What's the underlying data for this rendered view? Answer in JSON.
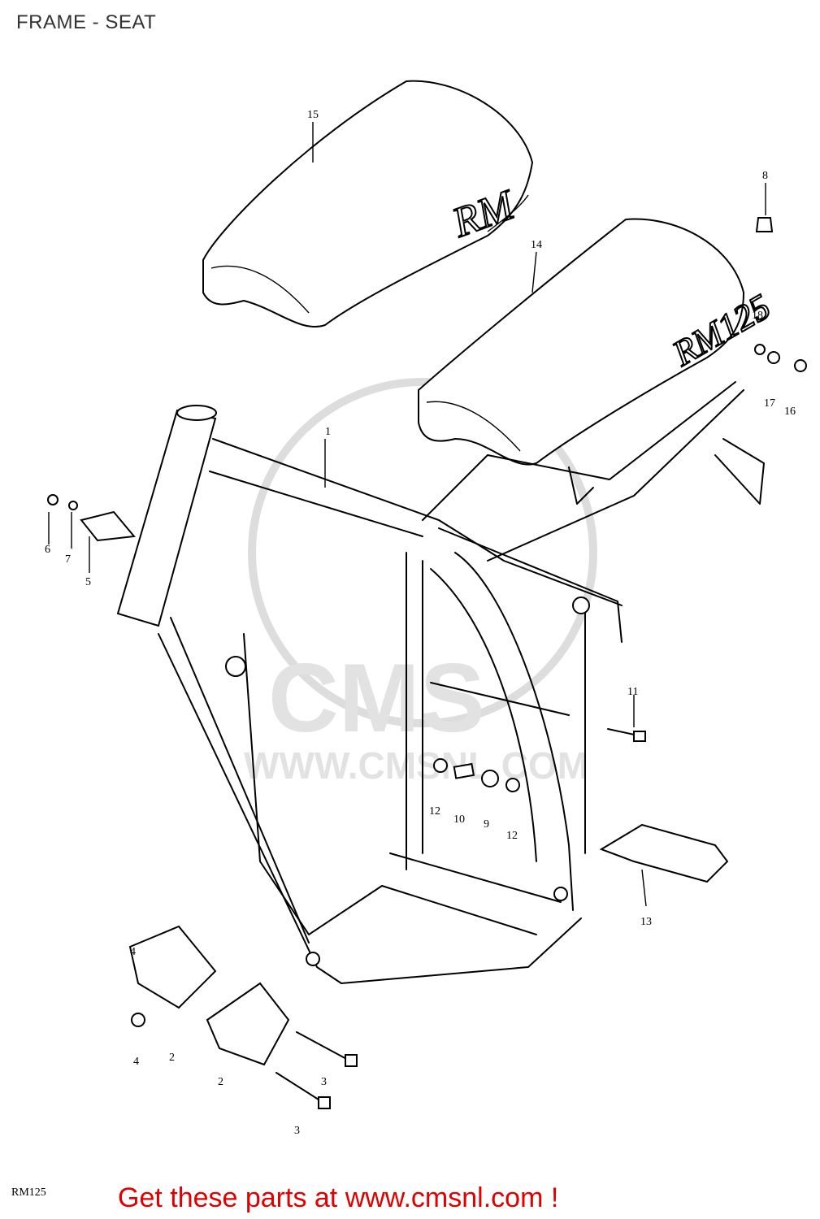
{
  "title": "FRAME - SEAT",
  "watermark": {
    "text": "CMS",
    "url": "WWW.CMSNL.COM"
  },
  "seat_text": {
    "rm": "RM",
    "rm125": "RM125"
  },
  "part_labels": [
    "1",
    "2",
    "2",
    "3",
    "3",
    "4",
    "4",
    "5",
    "6",
    "7",
    "8",
    "9",
    "10",
    "11",
    "12",
    "12",
    "13",
    "14",
    "15",
    "16",
    "17",
    "18"
  ],
  "footer": {
    "code": "RM125",
    "link_text": "Get these parts at www.cmsnl.com !"
  },
  "colors": {
    "link": "#e00000",
    "watermark": "#dddddd"
  }
}
